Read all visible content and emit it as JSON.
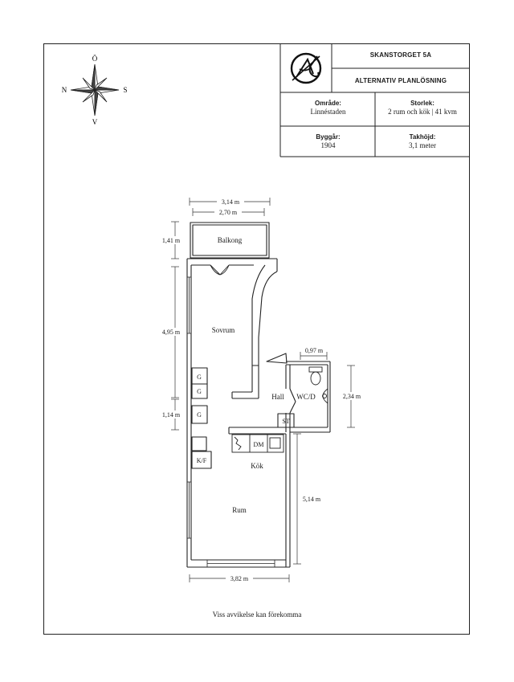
{
  "title_block": {
    "address": "SKANSTORGET 5A",
    "subtitle": "ALTERNATIV PLANLÖSNING",
    "logo": "ak-logo-icon",
    "fields": [
      {
        "label": "Område:",
        "value": "Linnéstaden"
      },
      {
        "label": "Storlek:",
        "value": "2 rum och kök | 41 kvm"
      },
      {
        "label": "Byggår:",
        "value": "1904"
      },
      {
        "label": "Takhöjd:",
        "value": "3,1 meter"
      }
    ]
  },
  "compass": {
    "north": "Ö",
    "south": "V",
    "west": "N",
    "east": "S"
  },
  "rooms": {
    "balcony": "Balkong",
    "bedroom": "Sovrum",
    "hall": "Hall",
    "wc": "WC/D",
    "kitchen": "Kök",
    "living": "Rum",
    "closet": "G",
    "storage": "ST",
    "dishwasher": "DM",
    "fridge": "K/F"
  },
  "dimensions": {
    "balcony_outer": "3,14 m",
    "balcony_inner": "2,70 m",
    "balcony_depth": "1,41 m",
    "bedroom_length": "4,95 m",
    "hall_length": "1,14 m",
    "wc_width": "0,97 m",
    "wc_length": "2,34 m",
    "living_length": "5,14 m",
    "living_width": "3,82 m"
  },
  "disclaimer": "Viss avvikelse kan förekomma"
}
